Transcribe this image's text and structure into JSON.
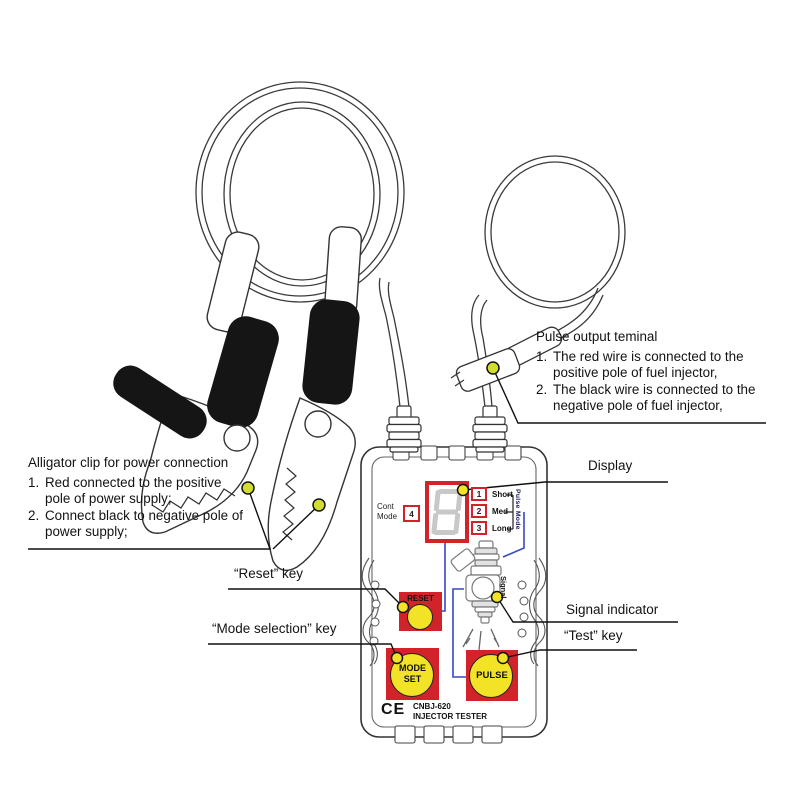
{
  "colors": {
    "accent_red": "#d2232a",
    "button_yellow": "#f2e327",
    "callout_dot_green": "#d3dd30",
    "wire_blue": "#3847c4",
    "segment_gray": "#c8c8c8"
  },
  "annotations": {
    "pulse_output": {
      "title": "Pulse output teminal",
      "items": [
        {
          "num": "1.",
          "text": "The red wire is connected to the positive pole of fuel injector,"
        },
        {
          "num": "2.",
          "text": "The black wire is connected to the negative pole of fuel injector,"
        }
      ]
    },
    "alligator": {
      "title": "Alligator clip for power connection",
      "items": [
        {
          "num": "1.",
          "text": "Red connected to the positive pole of power supply;"
        },
        {
          "num": "2.",
          "text": "Connect black to negative pole of power supply;"
        }
      ]
    },
    "display_label": "Display",
    "reset_label": "“Reset” key",
    "mode_label": "“Mode selection” key",
    "signal_label": "Signal indicator",
    "test_label": "“Test” key"
  },
  "device": {
    "cont_mode_line1": "Cont",
    "cont_mode_line2": "Mode",
    "cont_mode_value": "4",
    "pulse_modes": [
      {
        "num": "1",
        "label": "Short"
      },
      {
        "num": "2",
        "label": "Med"
      },
      {
        "num": "3",
        "label": "Long"
      }
    ],
    "pulse_mode_label": "Pulse Mode",
    "signal_text": "Signal",
    "reset_button": "RESET",
    "mode_button_line1": "MODE",
    "mode_button_line2": "SET",
    "pulse_button": "PULSE",
    "ce_mark": "CE",
    "model": "CNBJ-620",
    "product": "INJECTOR TESTER"
  }
}
